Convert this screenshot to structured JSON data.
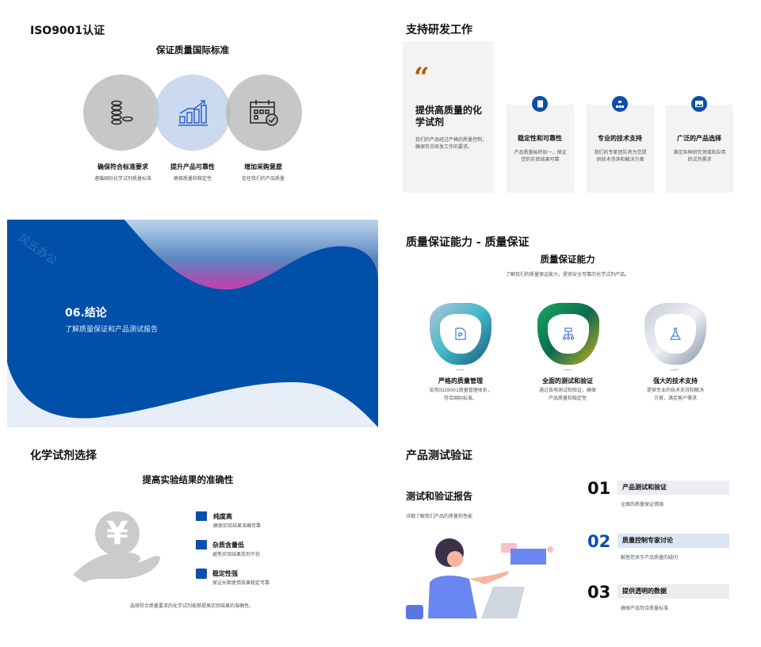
{
  "watermark": "风云办公",
  "slide1": {
    "title": "ISO9001认证",
    "subtitle": "保证质量国际标准",
    "items": [
      {
        "label": "确保符合标准要求",
        "desc": "遵循国际化学试剂质量标准",
        "icon": "coins-icon"
      },
      {
        "label": "提升产品可靠性",
        "desc": "确保质量和稳定性",
        "icon": "growth-chart-icon"
      },
      {
        "label": "增加采购意愿",
        "desc": "信任我们的产品质量",
        "icon": "calendar-check-icon"
      }
    ]
  },
  "slide2": {
    "title": "支持研发工作",
    "quote_mark": "“",
    "main_heading": "提供高质量的化学试剂",
    "main_desc": "我们的产品经过严格的质量控制，确保符合研发工作的要求。",
    "cards": [
      {
        "label": "稳定性和可靠性",
        "desc": "产品质量始终如一，保证您的实验结果可靠",
        "icon": "document-icon"
      },
      {
        "label": "专业的技术支持",
        "desc": "我们的专家团队将为您提供技术咨询和解决方案",
        "icon": "org-chart-icon"
      },
      {
        "label": "广泛的产品选择",
        "desc": "满足各种研究领域和应用的试剂需求",
        "icon": "image-icon"
      }
    ],
    "accent": "#b35a00"
  },
  "slide3": {
    "heading": "06.结论",
    "desc": "了解质量保证和产品测试报告",
    "brand_color": "#0050aa"
  },
  "slide4": {
    "title": "质量保证能力 - 质量保证",
    "subtitle": "质量保证能力",
    "desc": "了解我们的质量保证能力，提供安全可靠的化学试剂产品。",
    "items": [
      {
        "label": "严格的质量管理",
        "desc1": "采用ISO9001质量管理体系，",
        "desc2": "符合国际标准。",
        "icon": "document-icon"
      },
      {
        "label": "全面的测试和验证",
        "desc1": "通过各项测试和验证，确保",
        "desc2": "产品质量和稳定性",
        "icon": "flowchart-icon"
      },
      {
        "label": "强大的技术支持",
        "desc1": "提供专业的技术支持和解决",
        "desc2": "方案，满足客户需求",
        "icon": "flask-icon"
      }
    ]
  },
  "slide5": {
    "title": "化学试剂选择",
    "subtitle": "提高实验结果的准确性",
    "items": [
      {
        "label": "纯度高",
        "desc": "确保实验结果准确可靠",
        "icon": "briefcase-icon"
      },
      {
        "label": "杂质含量低",
        "desc": "避免实验结果受到干扰",
        "icon": "image-icon"
      },
      {
        "label": "稳定性强",
        "desc": "保证长期使用效果稳定可靠",
        "icon": "printer-icon"
      }
    ],
    "footer": "选择符合质量要求的化学试剂能够提高实验结果的准确性。",
    "yen": "¥"
  },
  "slide6": {
    "title": "产品测试验证",
    "heading": "测试和验证报告",
    "desc": "详细了解我们产品的质量和性能",
    "steps": [
      {
        "num": "01",
        "label": "产品测试和验证",
        "desc": "全面的质量保证措施"
      },
      {
        "num": "02",
        "label": "质量控制专家讨论",
        "desc": "解答您关于产品质量的疑问"
      },
      {
        "num": "03",
        "label": "提供透明的数据",
        "desc": "确保产品符合质量标准"
      }
    ]
  }
}
